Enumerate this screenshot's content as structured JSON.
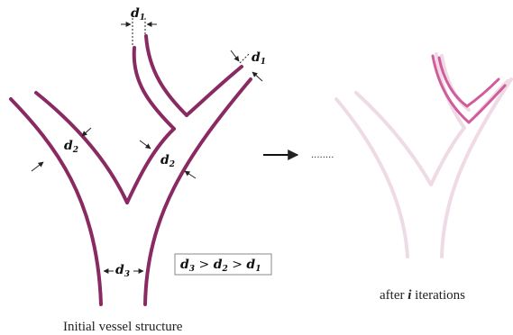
{
  "labels": {
    "d1_top": {
      "base": "d",
      "sub": "1"
    },
    "d1_right": {
      "base": "d",
      "sub": "1"
    },
    "d2_left": {
      "base": "d",
      "sub": "2"
    },
    "d2_right": {
      "base": "d",
      "sub": "2"
    },
    "d3": {
      "base": "d",
      "sub": "3"
    }
  },
  "inequality": {
    "t1": "d",
    "s1": "3",
    "op1": " > ",
    "t2": "d",
    "s2": "2",
    "op2": " > ",
    "t3": "d",
    "s3": "1"
  },
  "captions": {
    "initial": "Initial vessel structure",
    "after_prefix": "after ",
    "after_var": "i",
    "after_suffix": " iterations"
  },
  "ellipsis": "........",
  "colors": {
    "vessel": "#8a2a63",
    "ghost": "#eedbe5",
    "highlight": "#d25b9c"
  }
}
